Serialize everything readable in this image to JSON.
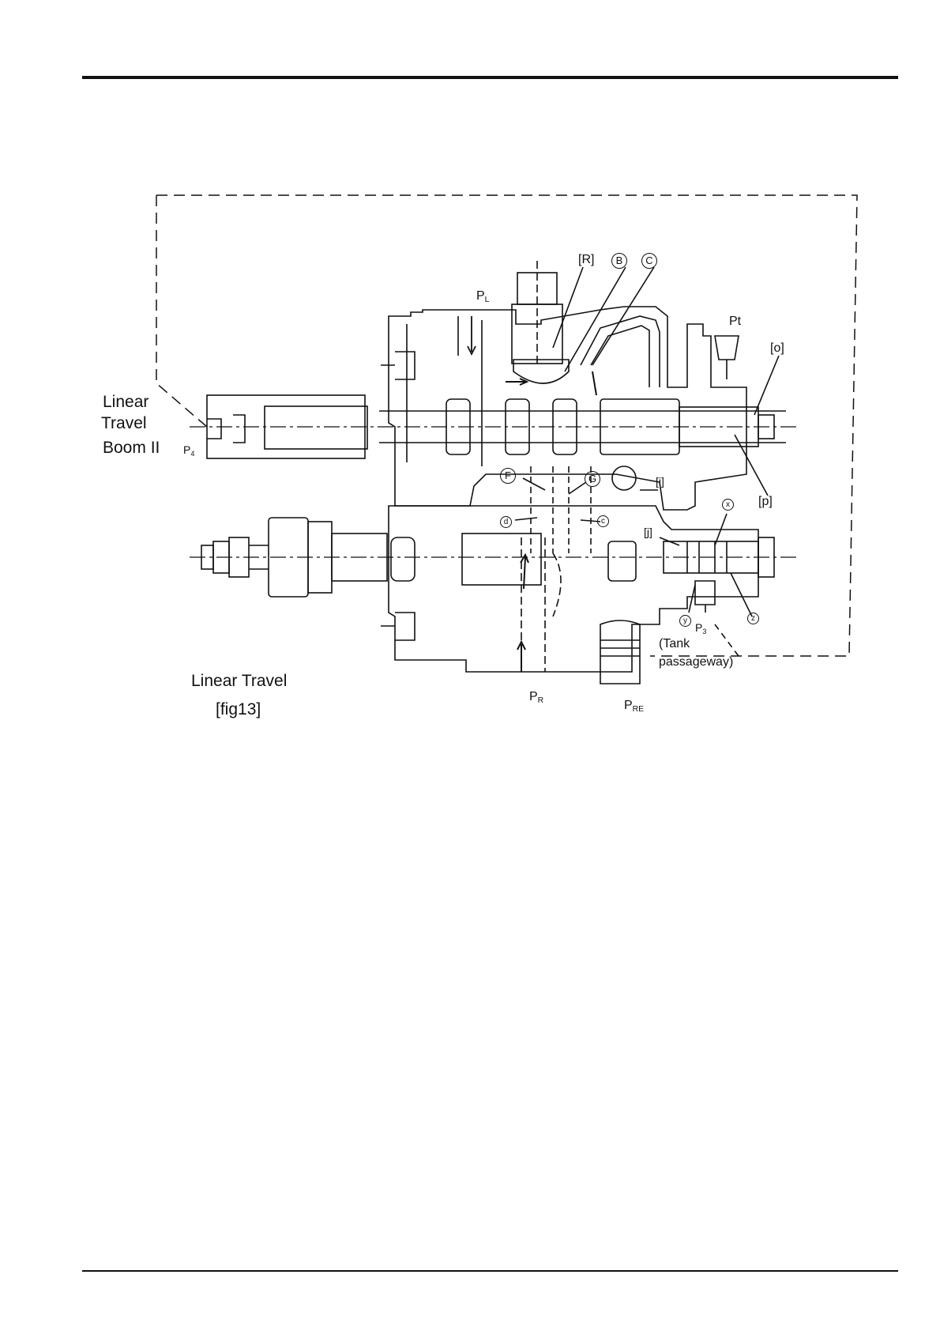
{
  "labels": {
    "left_line1": "Linear",
    "left_line2": "Travel",
    "left_line3": "Boom II",
    "p4": "P",
    "p4_sub": "4",
    "pl": "P",
    "pl_sub": "L",
    "pt": "Pt",
    "r": "[R]",
    "b": "B",
    "c": "C",
    "o": "[o]",
    "p": "[p]",
    "i": "[i]",
    "j": "[j]",
    "f": "F",
    "g": "G",
    "d": "d",
    "c_small": "c",
    "x": "x",
    "y": "y",
    "z": "z",
    "p3": "P",
    "p3_sub": "3",
    "tank1": "(Tank",
    "tank2": "passageway)",
    "pr": "P",
    "pr_sub": "R",
    "pre": "P",
    "pre_sub": "RE"
  },
  "caption": {
    "title": "Linear Travel",
    "fig": "[fig13]"
  }
}
